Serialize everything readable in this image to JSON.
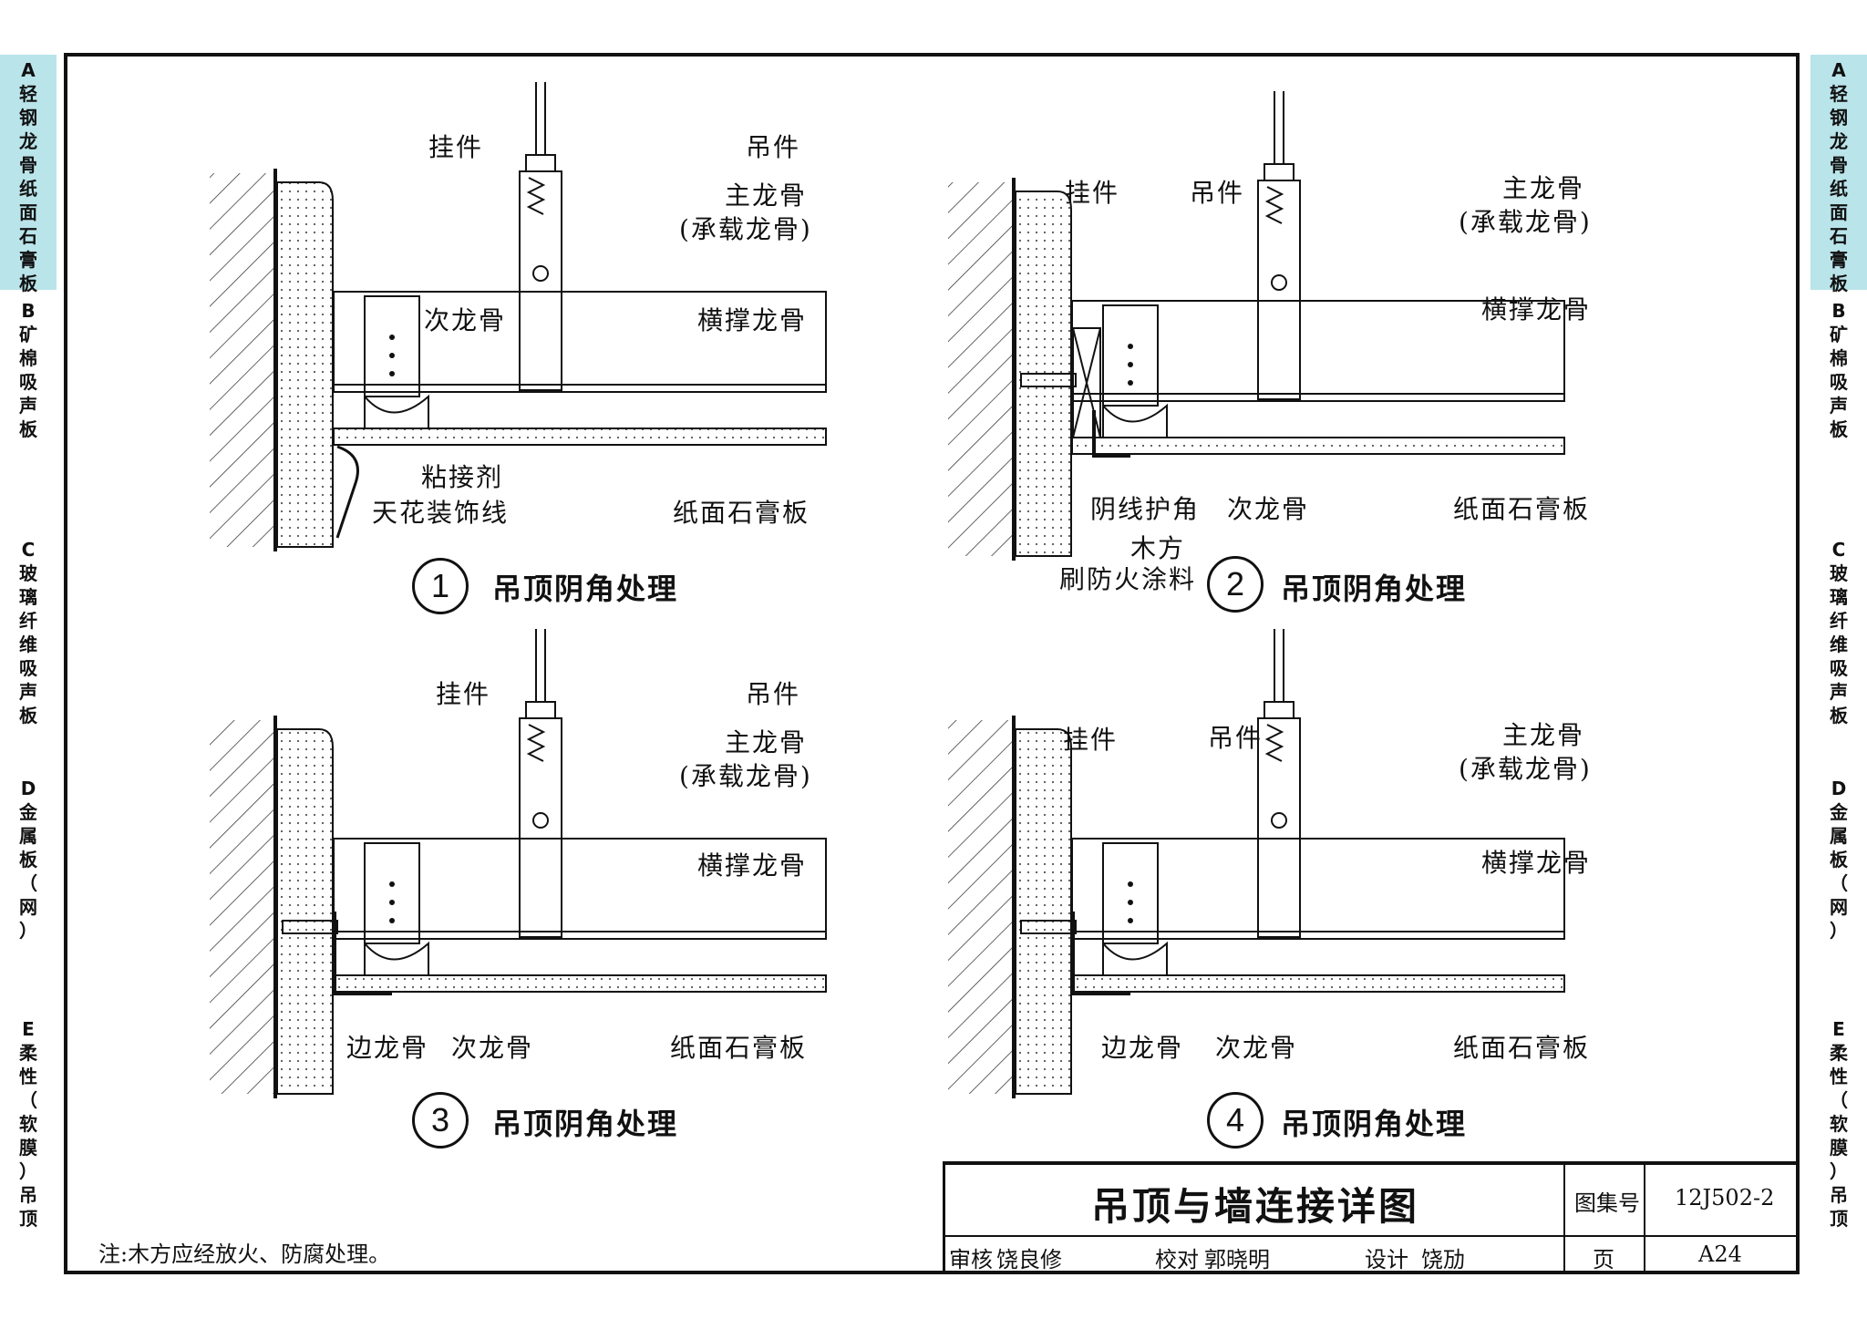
{
  "side_tabs": [
    {
      "letter": "A",
      "text": "轻钢龙骨纸面石膏板",
      "active": true
    },
    {
      "letter": "B",
      "text": "矿棉吸声板",
      "active": false
    },
    {
      "letter": "C",
      "text": "玻璃纤维吸声板",
      "active": false
    },
    {
      "letter": "D",
      "text": "金属板（网）",
      "active": false
    },
    {
      "letter": "E",
      "text": "柔性（软膜）吊顶",
      "active": false
    }
  ],
  "details": [
    {
      "number": "1",
      "caption": "吊顶阴角处理",
      "labels": {
        "hanger_part": "挂件",
        "hanger": "吊件",
        "main_keel": "主龙骨",
        "main_keel_sub": "(承载龙骨)",
        "cross_keel": "横撑龙骨",
        "secondary_keel": "次龙骨",
        "adhesive": "粘接剂",
        "cornice": "天花装饰线",
        "gypsum_board": "纸面石膏板"
      }
    },
    {
      "number": "2",
      "caption": "吊顶阴角处理",
      "labels": {
        "hanger_part": "挂件",
        "hanger": "吊件",
        "main_keel": "主龙骨",
        "main_keel_sub": "(承载龙骨)",
        "cross_keel": "横撑龙骨",
        "corner_guard": "阴线护角",
        "secondary_keel": "次龙骨",
        "gypsum_board": "纸面石膏板",
        "wood": "木方",
        "fireproof": "刷防火涂料"
      }
    },
    {
      "number": "3",
      "caption": "吊顶阴角处理",
      "labels": {
        "hanger_part": "挂件",
        "hanger": "吊件",
        "main_keel": "主龙骨",
        "main_keel_sub": "(承载龙骨)",
        "cross_keel": "横撑龙骨",
        "edge_keel": "边龙骨",
        "secondary_keel": "次龙骨",
        "gypsum_board": "纸面石膏板"
      }
    },
    {
      "number": "4",
      "caption": "吊顶阴角处理",
      "labels": {
        "hanger_part": "挂件",
        "hanger": "吊件",
        "main_keel": "主龙骨",
        "main_keel_sub": "(承载龙骨)",
        "cross_keel": "横撑龙骨",
        "edge_keel": "边龙骨",
        "secondary_keel": "次龙骨",
        "gypsum_board": "纸面石膏板"
      }
    }
  ],
  "note": "注:木方应经放火、防腐处理。",
  "title_block": {
    "title": "吊顶与墙连接详图",
    "atlas_label": "图集号",
    "atlas_no": "12J502-2",
    "page_label": "页",
    "page_no": "A24",
    "review_label": "审核",
    "reviewer": "饶良修",
    "check_label": "校对",
    "checker": "郭晓明",
    "design_label": "设计",
    "designer": "饶劢"
  }
}
